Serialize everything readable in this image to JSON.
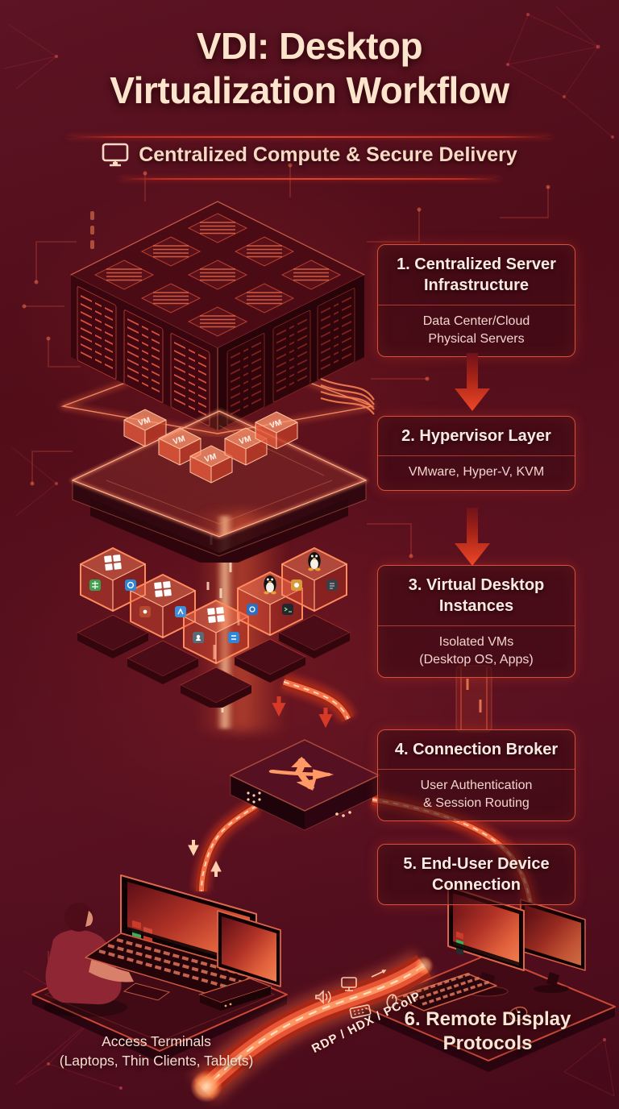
{
  "header": {
    "title_line1": "VDI: Desktop",
    "title_line2": "Virtualization Workflow",
    "subtitle": "Centralized Compute & Secure Delivery",
    "subtitle_icon": "monitor-icon"
  },
  "steps": [
    {
      "title": "1. Centralized Server\nInfrastructure",
      "subtitle": "Data Center/Cloud\nPhysical Servers"
    },
    {
      "title": "2. Hypervisor Layer",
      "subtitle": "VMware, Hyper-V, KVM"
    },
    {
      "title": "3. Virtual Desktop\nInstances",
      "subtitle": "Isolated VMs\n(Desktop OS, Apps)"
    },
    {
      "title": "4. Connection Broker",
      "subtitle": "User Authentication\n& Session Routing"
    },
    {
      "title": "5. End-User Device\nConnection"
    },
    {
      "title": "6. Remote Display\nProtocols"
    }
  ],
  "labels": {
    "vm": "VM",
    "protocols": "RDP / HDX / PCoIP",
    "access_terminals": "Access Terminals\n(Laptops, Thin Clients, Tablets)"
  },
  "colors": {
    "background": "#4c0c17",
    "accent_red": "#e04a34",
    "glow_orange": "#ff7a4a",
    "text_cream": "#fbe4d0"
  }
}
